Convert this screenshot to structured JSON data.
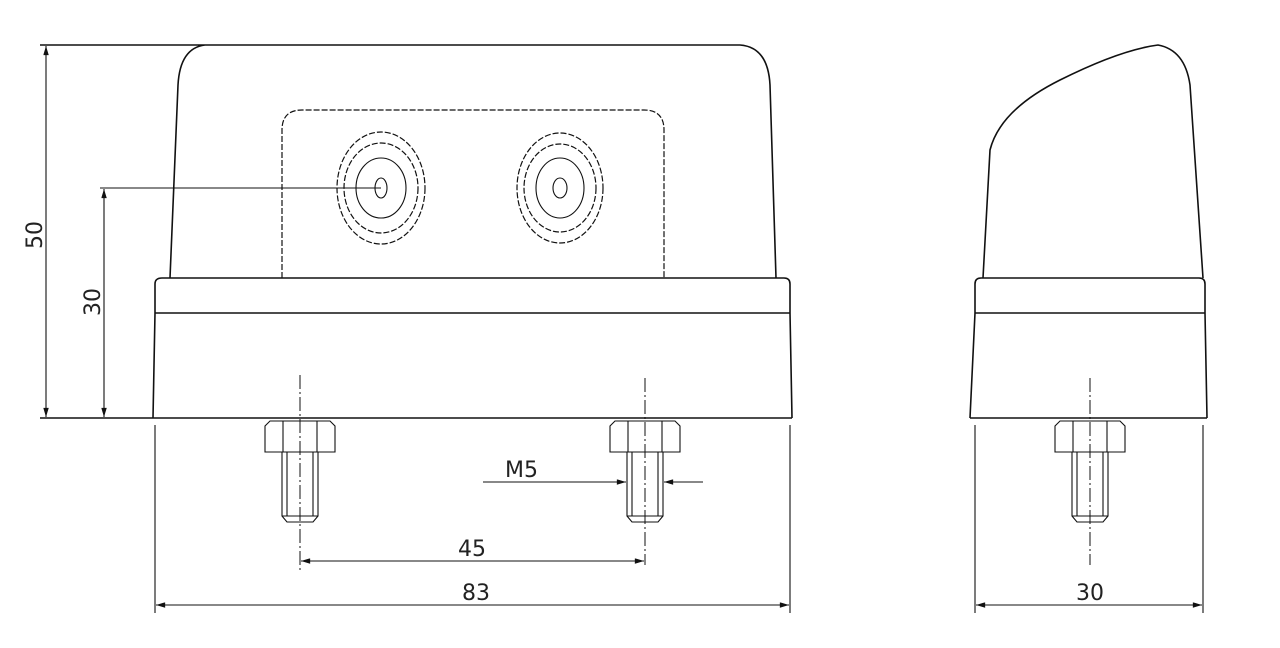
{
  "drawing": {
    "dimensions": {
      "height_total": "50",
      "height_center": "30",
      "bolt_spacing": "45",
      "width_total": "83",
      "thread": "M5",
      "depth": "30"
    }
  }
}
